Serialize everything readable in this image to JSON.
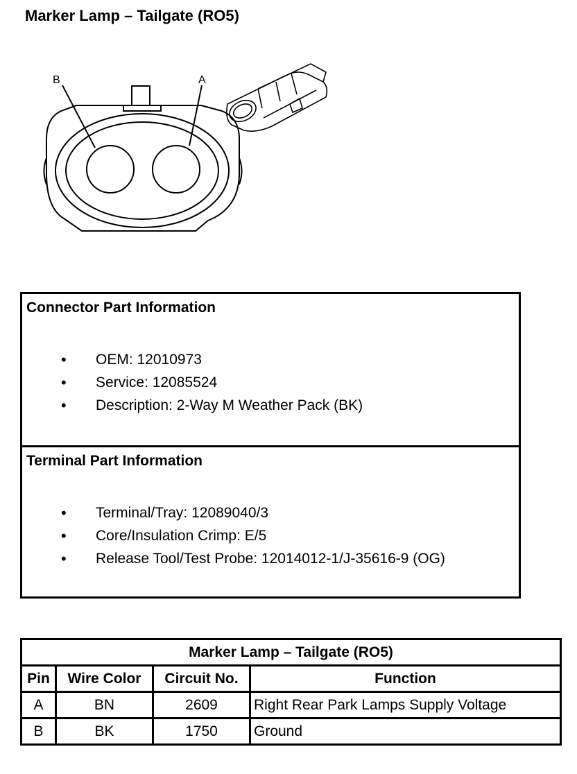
{
  "title": "Marker Lamp – Tailgate (RO5)",
  "diagram": {
    "pin_labels": [
      "B",
      "A"
    ]
  },
  "connector_info": {
    "heading": "Connector Part Information",
    "items": [
      "OEM: 12010973",
      "Service: 12085524",
      "Description: 2-Way M Weather Pack (BK)"
    ]
  },
  "terminal_info": {
    "heading": "Terminal Part Information",
    "items": [
      "Terminal/Tray: 12089040/3",
      "Core/Insulation Crimp: E/5",
      "Release Tool/Test Probe: 12014012-1/J-35616-9 (OG)"
    ]
  },
  "bullet": "•",
  "pin_table": {
    "title": "Marker Lamp – Tailgate (RO5)",
    "headers": [
      "Pin",
      "Wire Color",
      "Circuit No.",
      "Function"
    ],
    "rows": [
      [
        "A",
        "BN",
        "2609",
        "Right Rear Park Lamps Supply Voltage"
      ],
      [
        "B",
        "BK",
        "1750",
        "Ground"
      ]
    ]
  }
}
